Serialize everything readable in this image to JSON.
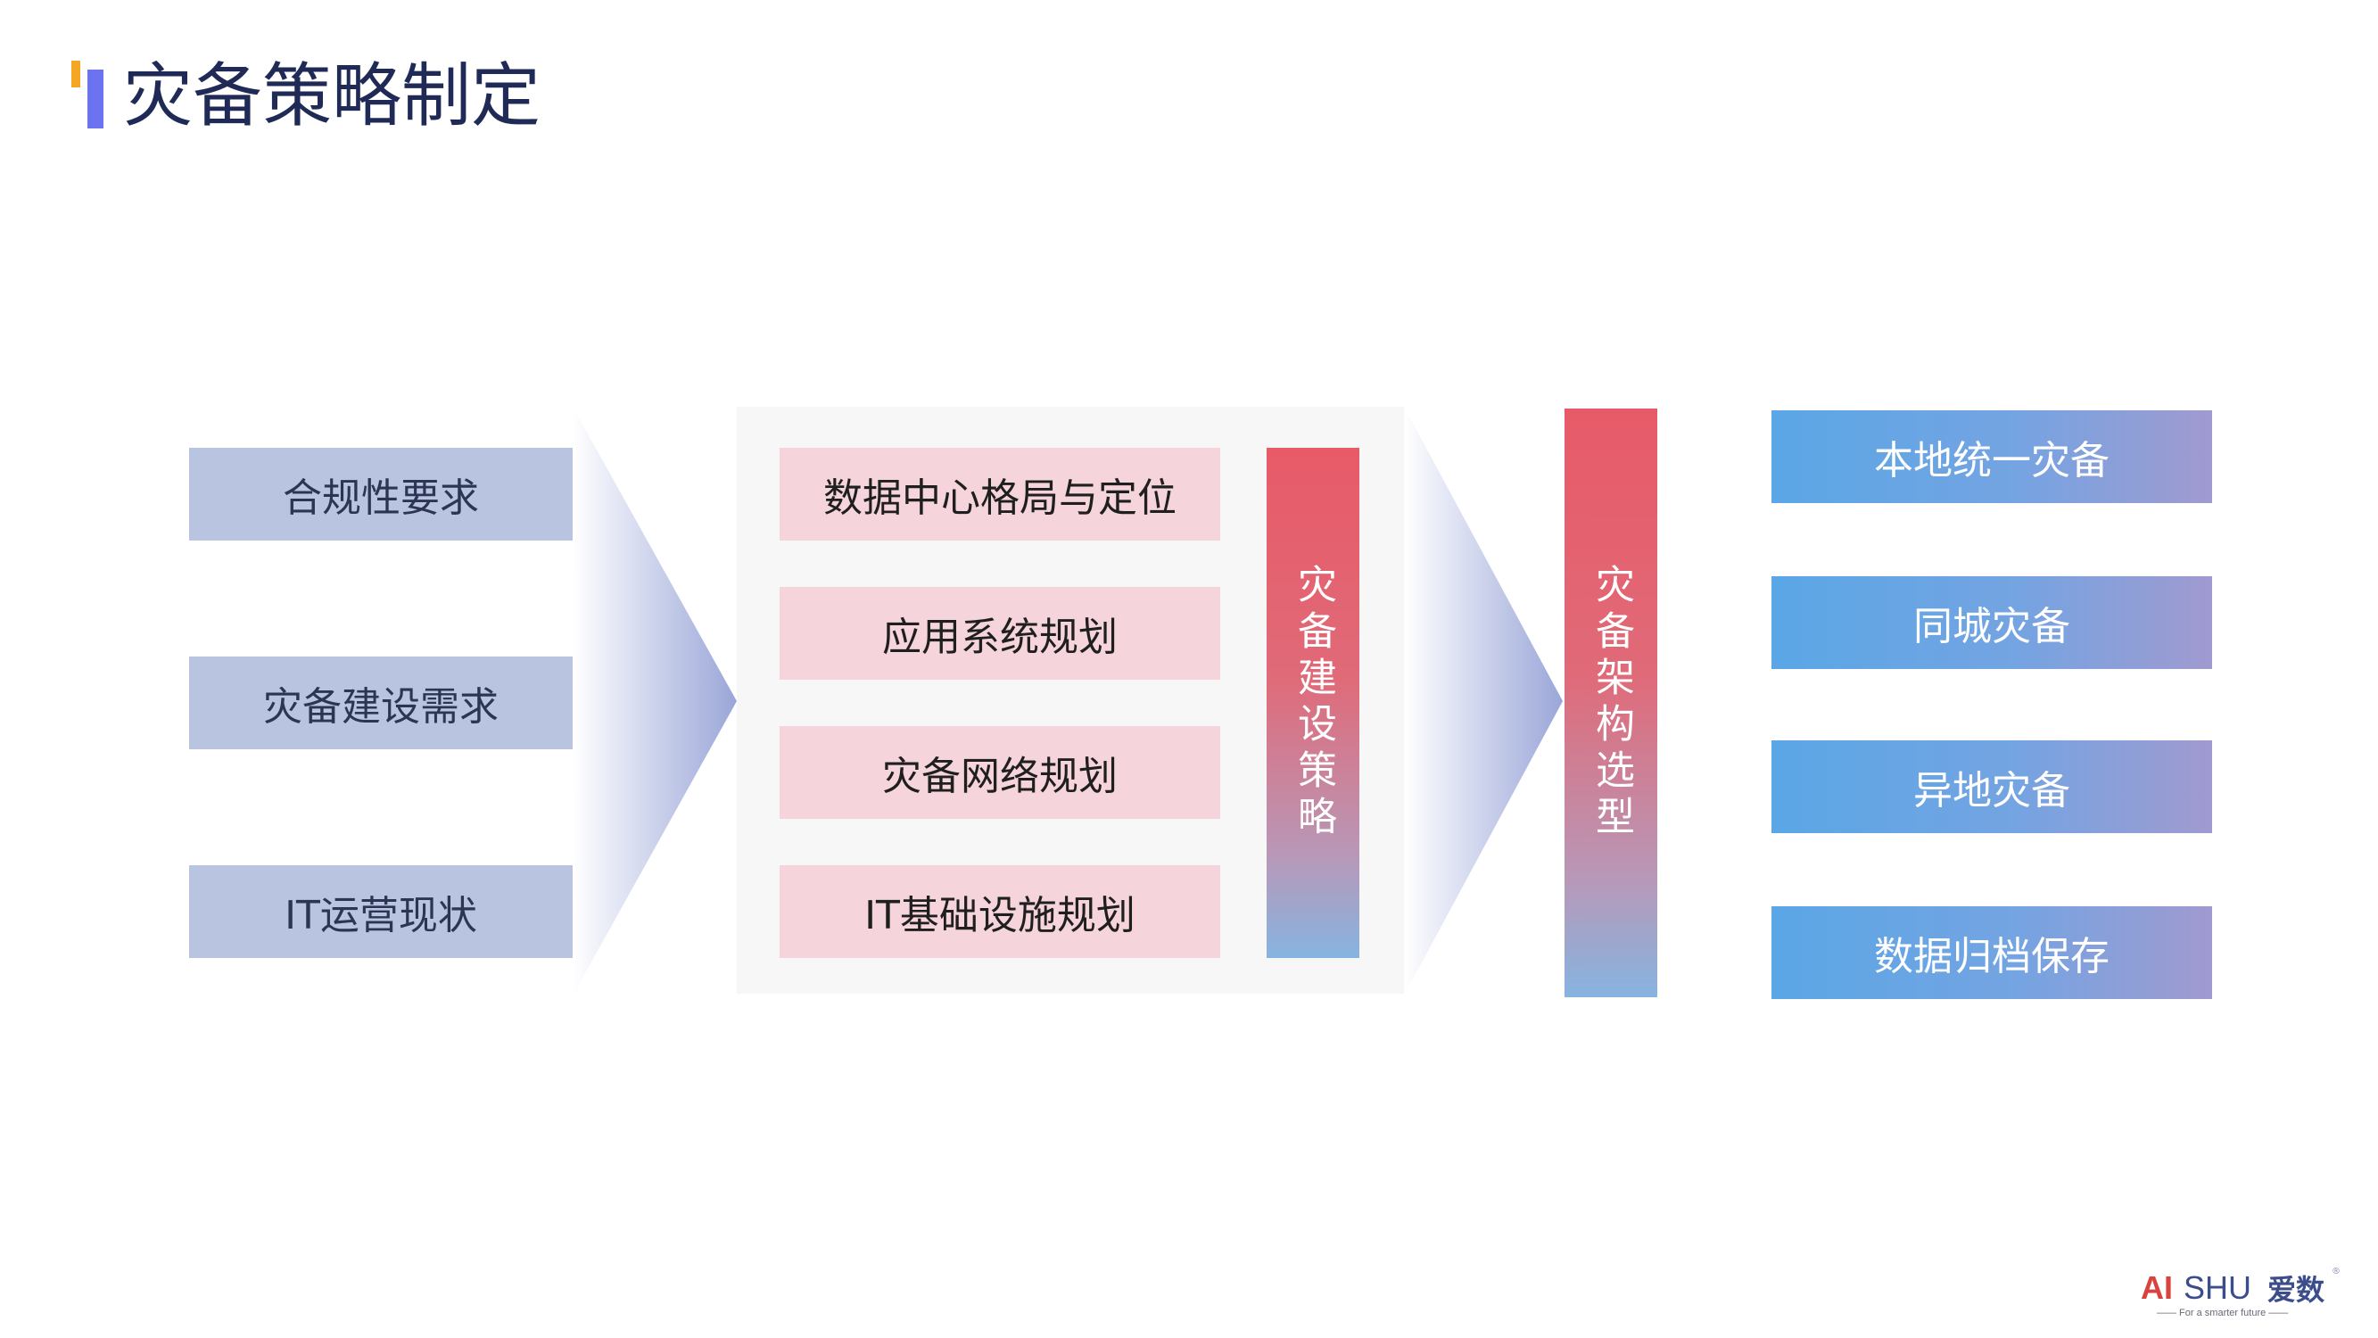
{
  "title": "灾备策略制定",
  "inputs": [
    {
      "label": "合规性要求"
    },
    {
      "label": "灾备建设需求"
    },
    {
      "label": "IT运营现状"
    }
  ],
  "planning": [
    {
      "label": "数据中心格局与定位"
    },
    {
      "label": "应用系统规划"
    },
    {
      "label": "灾备网络规划"
    },
    {
      "label": "IT基础设施规划"
    }
  ],
  "strategy_bar": {
    "label": "灾备建设策略"
  },
  "architecture_bar": {
    "label": "灾备架构选型"
  },
  "outputs": [
    {
      "label": "本地统一灾备"
    },
    {
      "label": "同城灾备"
    },
    {
      "label": "异地灾备"
    },
    {
      "label": "数据归档保存"
    }
  ],
  "logo": {
    "ai": "AI",
    "shu": "SHU",
    "cn": "爱数",
    "registered": "®",
    "tagline": "—— For a smarter future ——"
  },
  "colors": {
    "title": "#1f2a56",
    "accent_yellow": "#f5a623",
    "accent_blue": "#6b73f0",
    "input_box": "#b9c5e0",
    "plan_box": "#f6d4dc",
    "bar_top": "#e85a68",
    "bar_bottom": "#86b4e0",
    "output_left": "#5aa6e6",
    "output_right": "#a09ad0"
  }
}
